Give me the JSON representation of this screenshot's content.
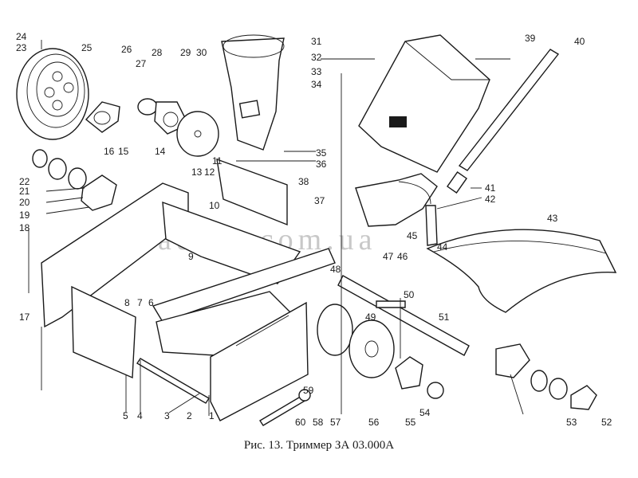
{
  "caption": "Рис. 13. Триммер ЗА 03.000А",
  "watermark": "adara.com.ua",
  "callouts": [
    "1",
    "2",
    "3",
    "4",
    "5",
    "6",
    "7",
    "8",
    "9",
    "10",
    "11",
    "12",
    "13",
    "14",
    "15",
    "16",
    "17",
    "18",
    "19",
    "20",
    "21",
    "22",
    "23",
    "24",
    "25",
    "26",
    "27",
    "28",
    "29",
    "30",
    "31",
    "32",
    "33",
    "34",
    "35",
    "36",
    "37",
    "38",
    "39",
    "40",
    "41",
    "42",
    "43",
    "44",
    "45",
    "46",
    "47",
    "48",
    "49",
    "50",
    "51",
    "52",
    "53",
    "54",
    "55",
    "56",
    "57",
    "58",
    "59",
    "60"
  ]
}
